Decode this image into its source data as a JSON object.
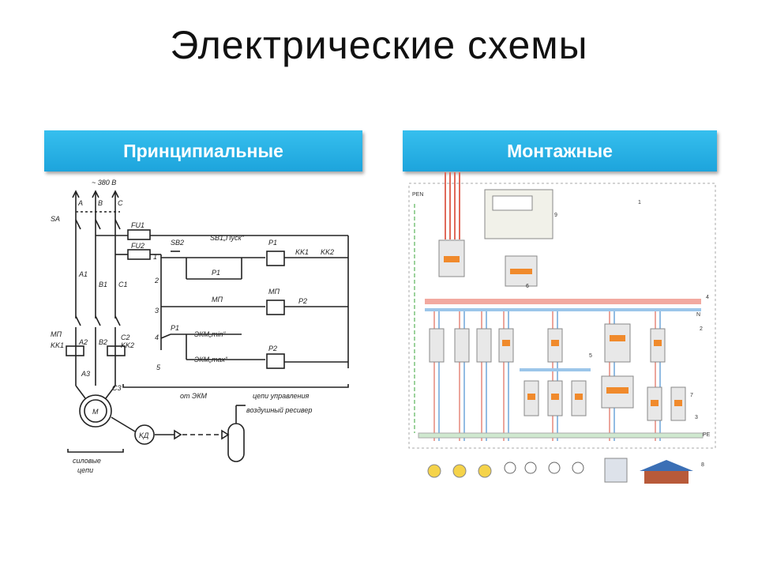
{
  "title": "Электрические схемы",
  "panels": {
    "schematic": {
      "banner": "Принципиальные",
      "labels": {
        "voltage": "~ 380 В",
        "phase_a": "A",
        "phase_b": "B",
        "phase_c": "C",
        "sa": "SA",
        "a1": "A1",
        "b1": "B1",
        "c1": "C1",
        "mp": "МП",
        "kk1": "KK1",
        "a2": "A2",
        "b2": "B2",
        "c2": "C2",
        "kk2": "KK2",
        "a3": "A3",
        "c3": "C3",
        "fu1": "FU1",
        "fu2": "FU2",
        "sb2": "SB2",
        "sb1": "SB1„Пуск“",
        "p1": "P1",
        "kk1r": "KK1",
        "kk2r": "KK2",
        "node1": "1",
        "node2": "2",
        "node3": "3",
        "node4": "4",
        "node5": "5",
        "p1b": "P1",
        "mp2": "МП",
        "mp3": "МП",
        "p2": "P2",
        "p1c": "P1",
        "ekm_min": "ЭКМ„min“",
        "ekm_max": "ЭКМ„max“",
        "p2b": "P2",
        "from_ekm": "от ЭКМ",
        "control_circuit": "цепи управления",
        "motor": "M",
        "kd": "KД",
        "receiver": "воздушный ресивер",
        "power_circuit_1": "силовые",
        "power_circuit_2": "цепи"
      }
    },
    "wiring": {
      "banner": "Монтажные",
      "labels": {
        "pen": "PEN",
        "n": "N",
        "pe": "PE",
        "n1": "1",
        "n2": "2",
        "n3": "3",
        "n4": "4",
        "n5": "5",
        "n6": "6",
        "n7": "7",
        "n8": "8",
        "n9": "9"
      }
    }
  },
  "colors": {
    "banner": "#1da4dc",
    "wire_red": "#e06a5a",
    "wire_blue": "#4a90d0",
    "wire_green": "#7cc47c",
    "breaker_orange": "#f08a2c"
  }
}
